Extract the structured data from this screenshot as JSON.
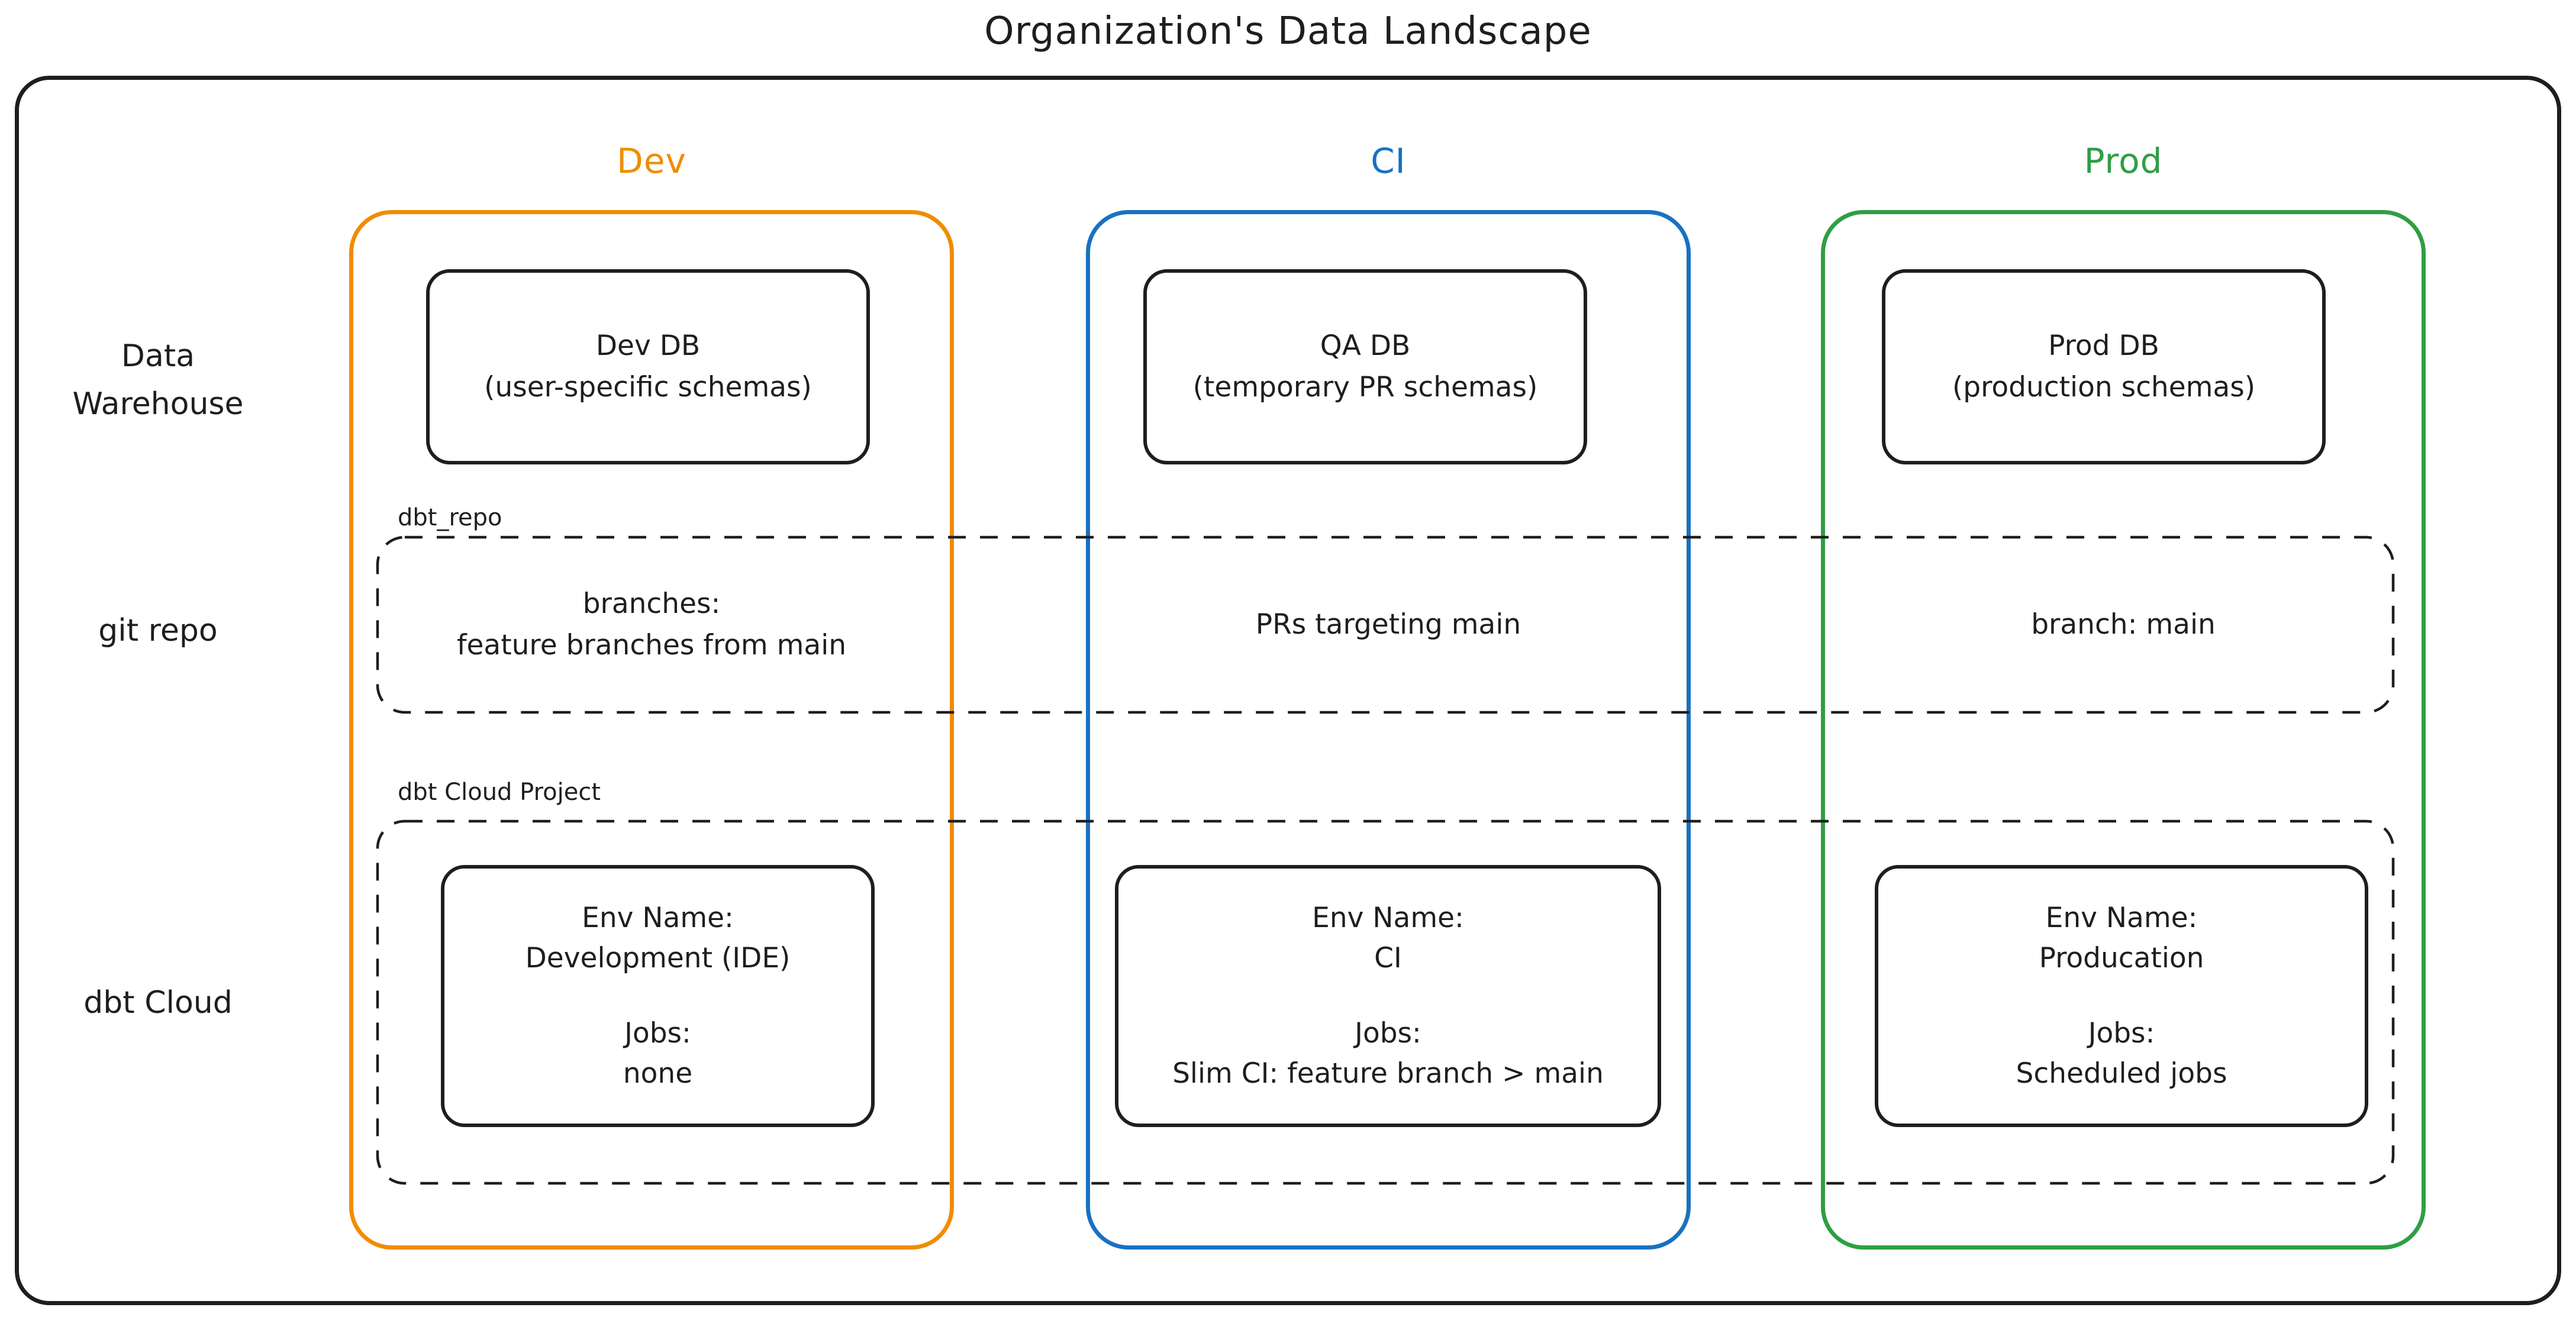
{
  "title": "Organization's Data Landscape",
  "colors": {
    "stroke": "#1e1e1e",
    "dev_accent": "#f08c00",
    "ci_accent": "#1971c2",
    "prod_accent": "#2f9e44",
    "background": "#ffffff"
  },
  "columns": [
    {
      "label": "Dev"
    },
    {
      "label": "CI"
    },
    {
      "label": "Prod"
    }
  ],
  "row_labels": [
    {
      "label": "Data Warehouse"
    },
    {
      "label": "git repo"
    },
    {
      "label": "dbt Cloud"
    }
  ],
  "warehouse_cards": [
    {
      "title": "Dev DB",
      "subtitle": "(user-specific schemas)"
    },
    {
      "title": "QA DB",
      "subtitle": "(temporary PR schemas)"
    },
    {
      "title": "Prod DB",
      "subtitle": "(production schemas)"
    }
  ],
  "git_band": {
    "label": "dbt_repo",
    "dev_line1": "branches:",
    "dev_line2": "feature branches from main",
    "ci_text": "PRs targeting main",
    "prod_text": "branch: main"
  },
  "cloud_band": {
    "label": "dbt Cloud Project",
    "cards": [
      {
        "env_label": "Env Name:",
        "env_value": "Development (IDE)",
        "jobs_label": "Jobs:",
        "jobs_value": "none"
      },
      {
        "env_label": "Env Name:",
        "env_value": "CI",
        "jobs_label": "Jobs:",
        "jobs_value": "Slim CI: feature branch > main"
      },
      {
        "env_label": "Env Name:",
        "env_value": "Producation",
        "jobs_label": "Jobs:",
        "jobs_value": "Scheduled jobs"
      }
    ]
  }
}
